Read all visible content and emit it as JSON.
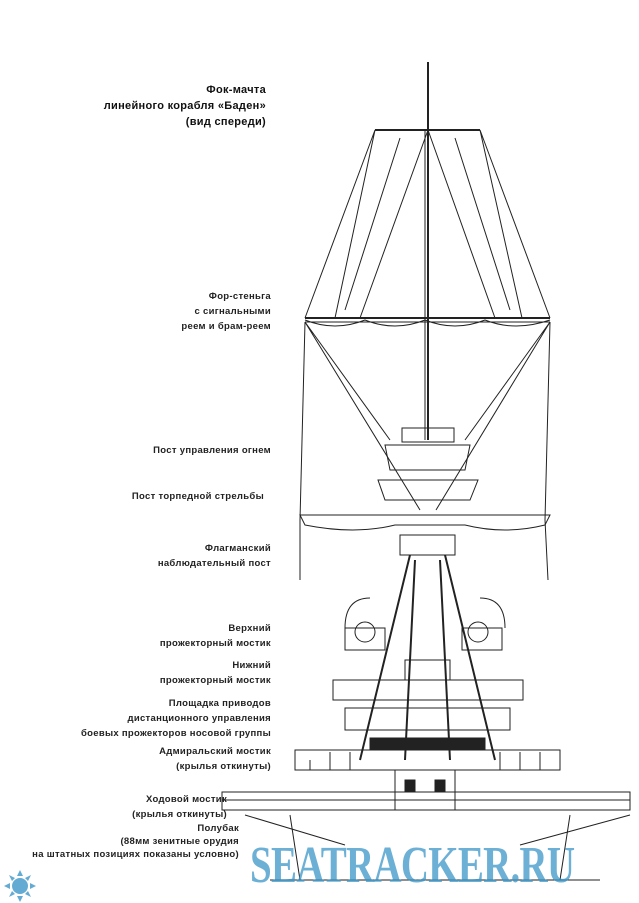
{
  "title": {
    "line1": "Фок-мачта",
    "line2": "линейного корабля «Баден»",
    "line3": "(вид спереди)"
  },
  "labels": [
    {
      "line1": "Фор-стеньга",
      "line2": "с сигнальными",
      "line3": "реем и брам-реем"
    },
    {
      "line1": "Пост управления огнем"
    },
    {
      "line1": "Пост торпедной стрельбы"
    },
    {
      "line1": "Флагманский",
      "line2": "наблюдательный пост"
    },
    {
      "line1": "Верхний",
      "line2": "прожекторный мостик"
    },
    {
      "line1": "Нижний",
      "line2": "прожекторный мостик"
    },
    {
      "line1": "Площадка приводов",
      "line2": "дистанционного управления",
      "line3": "боевых прожекторов носовой группы"
    },
    {
      "line1": "Адмиральский мостик",
      "line2": "(крылья откинуты)"
    },
    {
      "line1": "Ходовой мостик",
      "line2": "(крылья откинуты)"
    },
    {
      "line1": "Полубак",
      "line2": "(88мм зенитные орудия",
      "line3": "на штатных позициях показаны условно)"
    }
  ],
  "watermark": {
    "text": "SEATRACKER.RU",
    "color": "#3c96c8"
  }
}
